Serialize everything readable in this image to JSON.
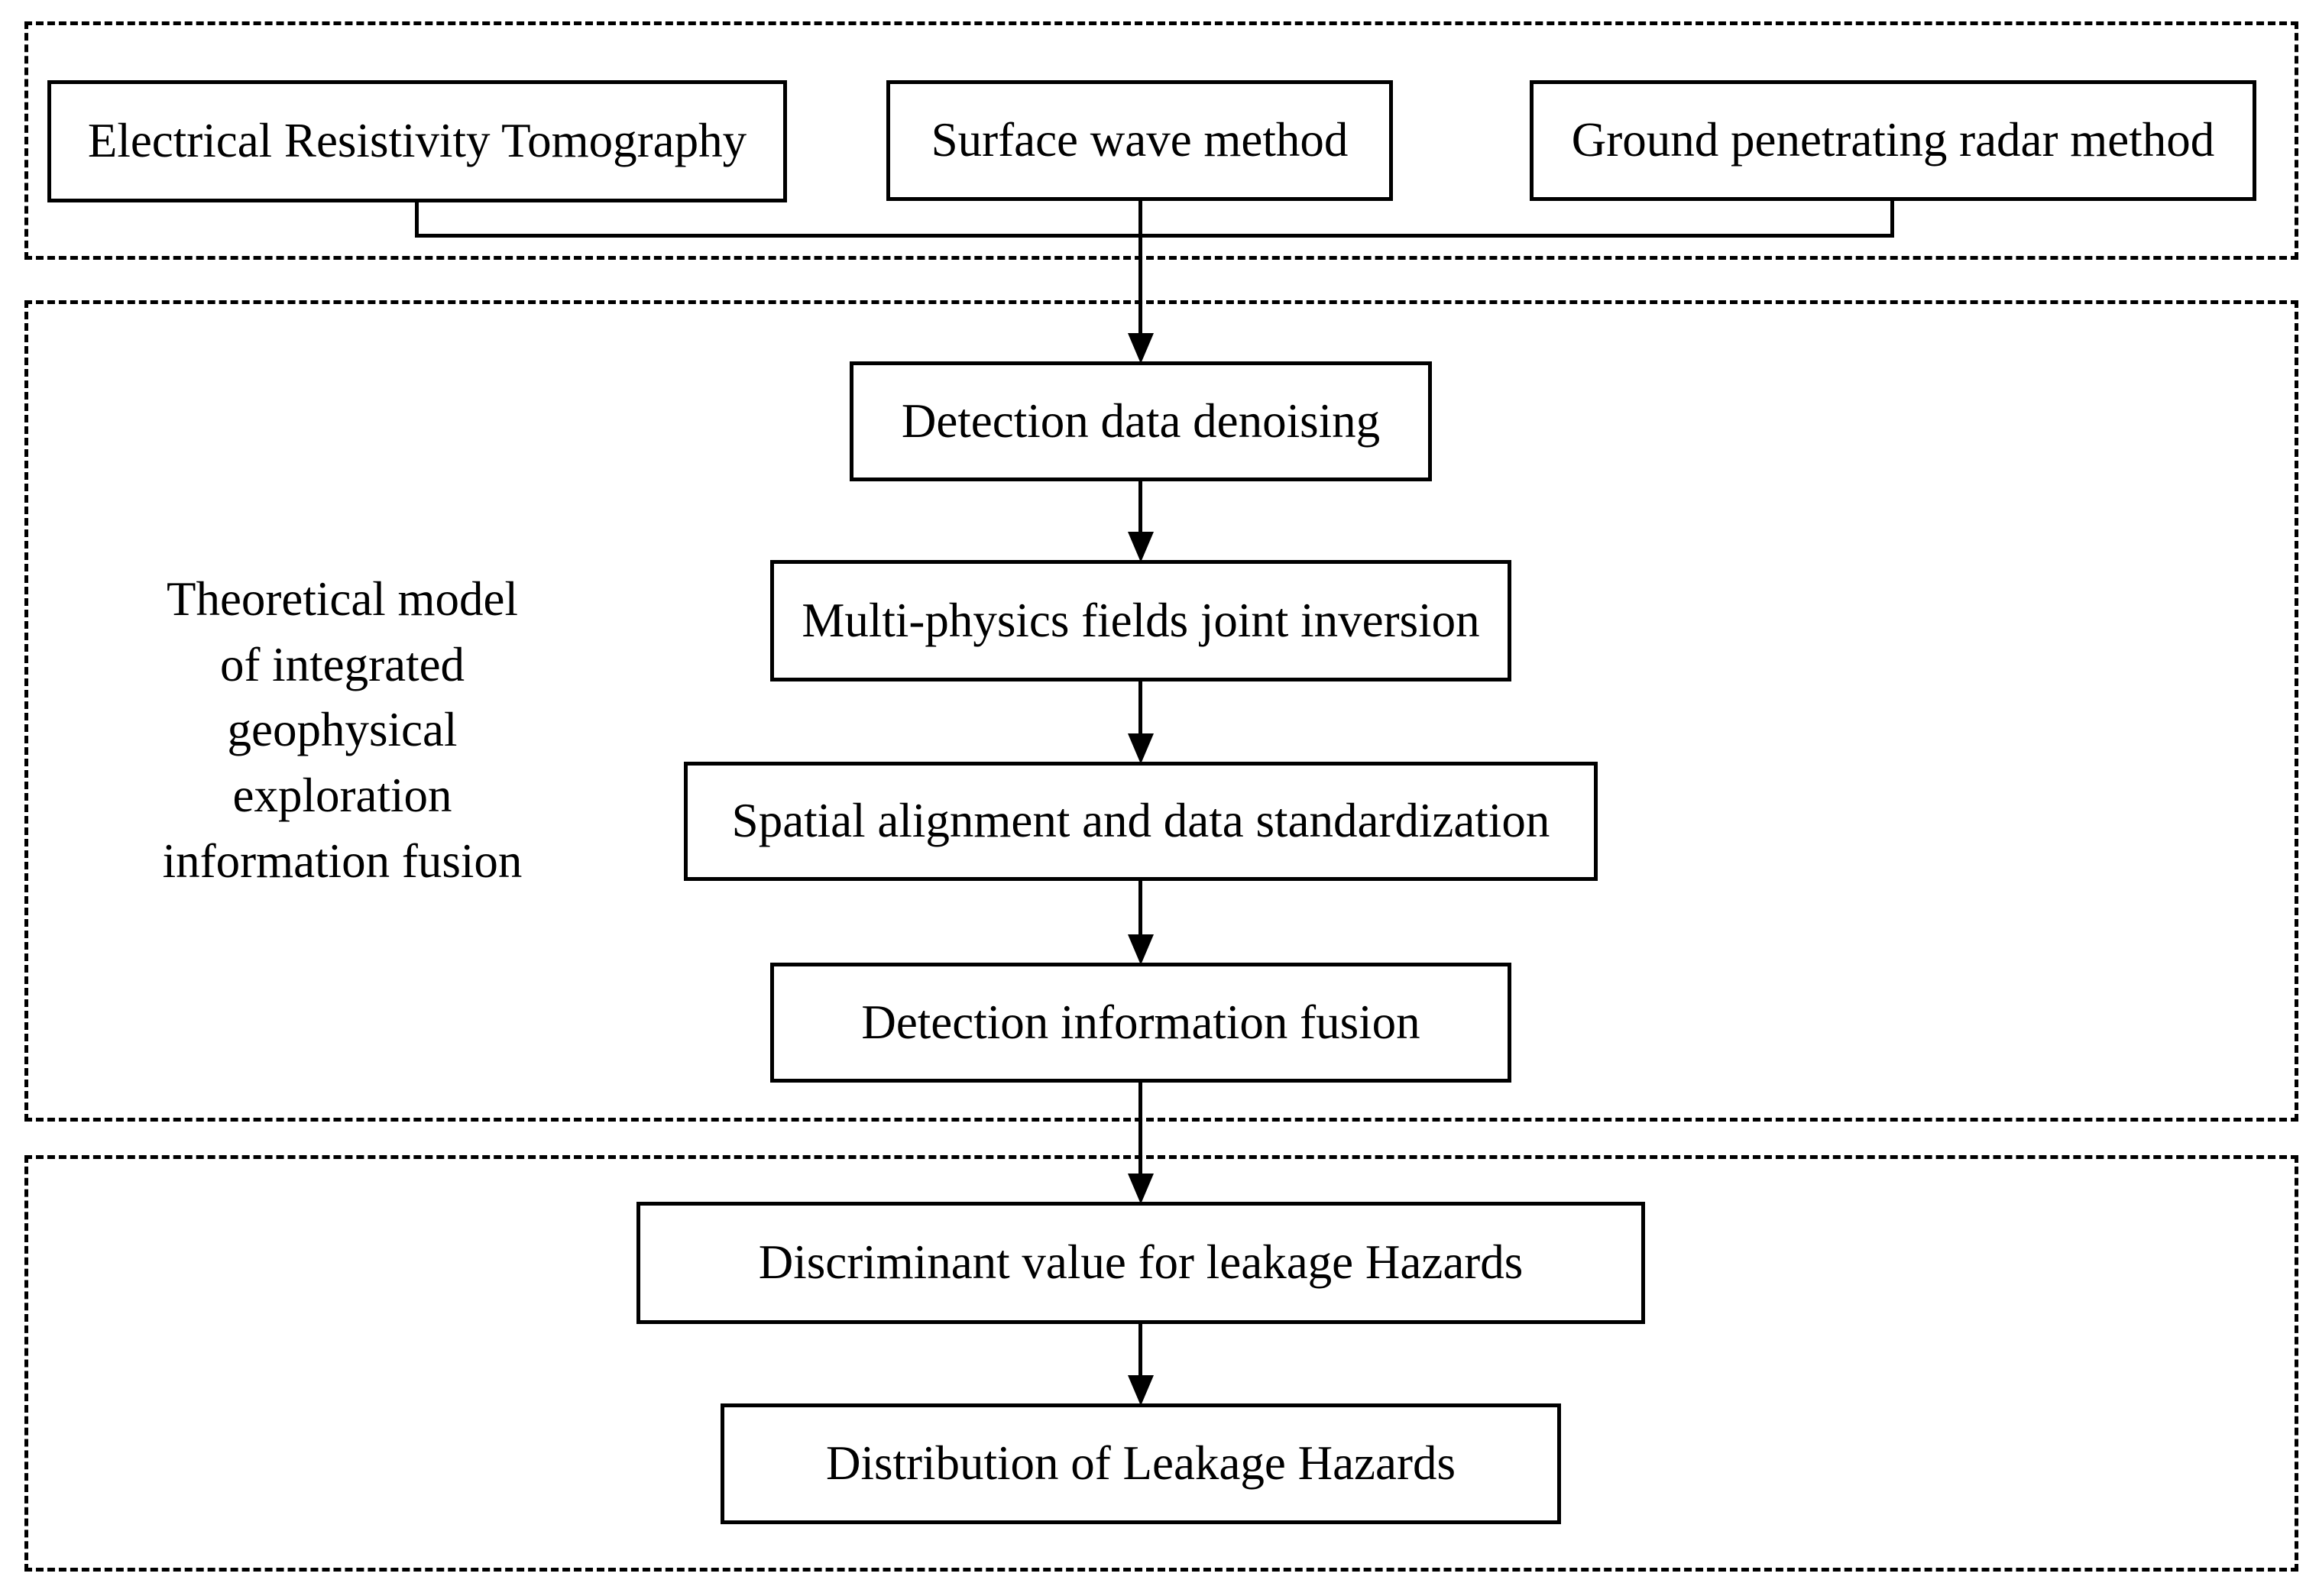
{
  "diagram": {
    "title_hint": "Flowchart of integrated geophysical exploration information fusion",
    "colors": {
      "line": "#000000",
      "background": "#ffffff",
      "text": "#000000"
    },
    "side_label": "Theoretical model\nof integrated\ngeophysical\nexploration\ninformation fusion",
    "nodes": {
      "ert": {
        "label": "Electrical Resistivity Tomography"
      },
      "surface_wave": {
        "label": "Surface wave method"
      },
      "gpr": {
        "label": "Ground penetrating radar method"
      },
      "denoising": {
        "label": "Detection data denoising"
      },
      "inversion": {
        "label": "Multi-physics fields joint inversion"
      },
      "alignment": {
        "label": "Spatial alignment and data standardization"
      },
      "fusion": {
        "label": "Detection information fusion"
      },
      "discriminant": {
        "label": "Discriminant value for leakage Hazards"
      },
      "distribution": {
        "label": "Distribution of Leakage Hazards"
      }
    },
    "edges": [
      "ert -> collector",
      "surface_wave -> denoising",
      "gpr -> collector",
      "collector -> denoising",
      "denoising -> inversion",
      "inversion -> alignment",
      "alignment -> fusion",
      "fusion -> discriminant",
      "discriminant -> distribution"
    ]
  }
}
